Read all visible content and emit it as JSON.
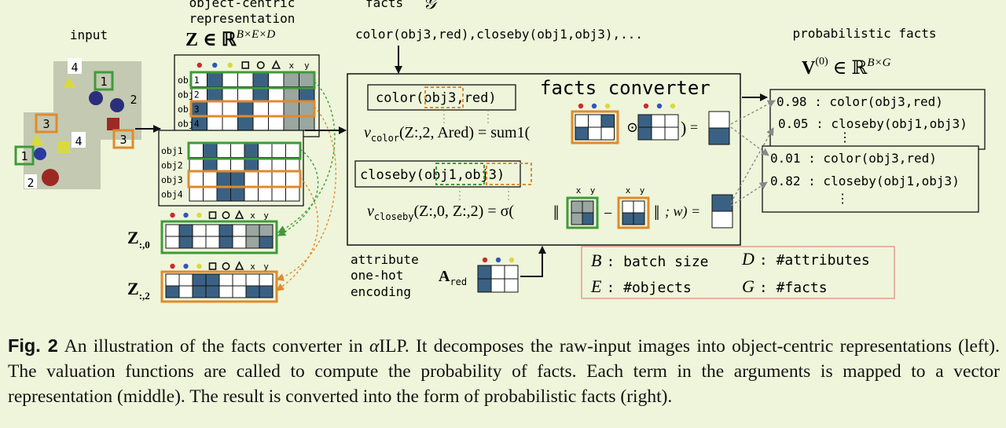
{
  "labels": {
    "input": "input",
    "ocr_line1": "object-centric",
    "ocr_line2": "representation",
    "z_symbol": "Z ∈ ℝ",
    "z_sup": "B×E×D",
    "facts_header": "facts",
    "facts_symbol": "𝒢",
    "facts_list": "color(obj3,red),closeby(obj1,obj3),...",
    "facts_converter": "facts converter",
    "prob_facts": "probabilistic facts",
    "v_symbol": "V",
    "v_sup0": "(0)",
    "v_in": "∈ ℝ",
    "v_sup": "B×G",
    "attr_line1": "attribute",
    "attr_line2": "one-hot",
    "attr_line3": "encoding",
    "a_red": "A",
    "a_red_sub": "red",
    "z0": "Z",
    "z0_sub": ":,0",
    "z2": "Z",
    "z2_sub": ":,2",
    "col_x": "x",
    "col_y": "y"
  },
  "scene_numbers": [
    "4",
    "1",
    "2",
    "3",
    "3",
    "4",
    "1",
    "2"
  ],
  "objects": [
    "obj1",
    "obj2",
    "obj3",
    "obj4"
  ],
  "converter": {
    "color_fact": "color(",
    "color_arg1": "obj3",
    "color_arg2": "red)",
    "v_color_name": "v",
    "v_color_sub": "color",
    "v_color_args": "(Z:,2, Ared) = sum1(",
    "closeby_fact": "closeby(",
    "closeby_arg1": "obj1",
    "closeby_arg2": "obj3)",
    "v_closeby_name": "v",
    "v_closeby_sub": "closeby",
    "v_closeby_args": "(Z:,0, Z:,2) = σ(",
    "v_closeby_tail": "; w) ="
  },
  "prob_facts": {
    "box1": [
      "0.98 : color(obj3,red)",
      "0.05 : closeby(obj1,obj3)"
    ],
    "box2": [
      "0.01 : color(obj3,red)",
      "0.82 : closeby(obj1,obj3)"
    ]
  },
  "legend": [
    {
      "sym": "B",
      "text": ": batch size"
    },
    {
      "sym": "D",
      "text": ": #attributes"
    },
    {
      "sym": "E",
      "text": ": #objects"
    },
    {
      "sym": "G",
      "text": ": #facts"
    }
  ],
  "caption": {
    "label": "Fig. 2",
    "text_pre": "An illustration of the facts converter in ",
    "alpha": "α",
    "text_post": "ILP. It decomposes the raw-input images into object-centric representations (left). The valuation functions are called to compute the probability of facts. Each term in the arguments is mapped to a vector representation (middle). The result is converted into the form of probabilistic facts (right)."
  },
  "colors": {
    "background": "#eef5da",
    "dark_blue": "#3a6183",
    "gray_cell": "#9aa6a0",
    "green": "#3f9a3a",
    "orange": "#e08a2c",
    "legend_border": "#e0a090",
    "scene_bg": "#c4c9b2",
    "red": "#cc2b2b",
    "blue": "#3355bb",
    "yellow": "#d9d940"
  }
}
